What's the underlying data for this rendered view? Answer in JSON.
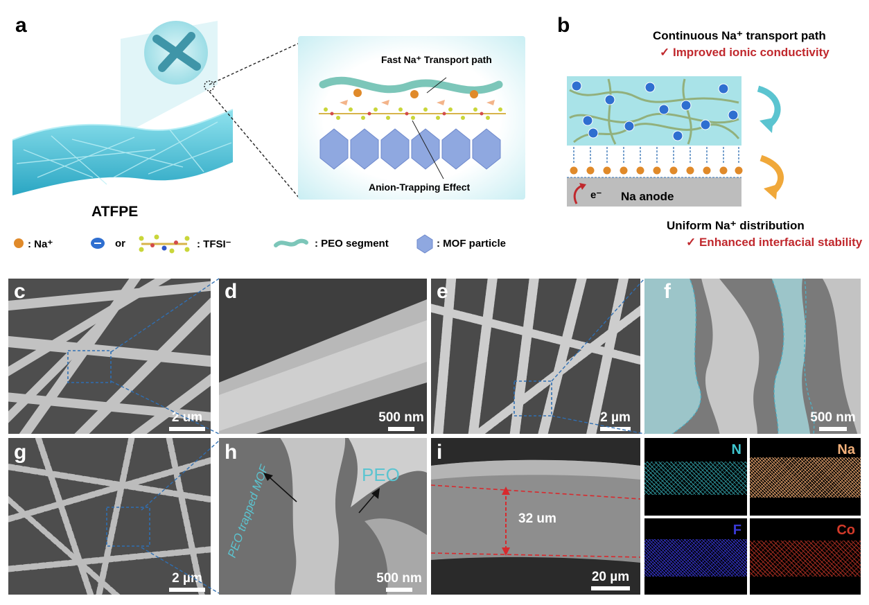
{
  "panel_labels": {
    "a": "a",
    "b": "b",
    "c": "c",
    "d": "d",
    "e": "e",
    "f": "f",
    "g": "g",
    "h": "h",
    "i": "i"
  },
  "panel_a": {
    "material_label": "ATFPE",
    "inset_top_label": "Fast Na⁺ Transport path",
    "inset_bottom_label": "Anion-Trapping Effect"
  },
  "panel_b": {
    "top_title": "Continuous Na⁺ transport path",
    "top_benefit": "✓ Improved ionic conductivity",
    "bottom_title": "Uniform Na⁺ distribution",
    "bottom_benefit": "✓ Enhanced interfacial stability",
    "anode_label": "Na anode",
    "electron_label": "e⁻"
  },
  "legend": {
    "na": ": Na⁺",
    "or": "or",
    "tfsi": ": TFSI⁻",
    "peo": ": PEO segment",
    "mof": ": MOF particle"
  },
  "scale_bars": {
    "c": "2 um",
    "d": "500 nm",
    "e": "2 µm",
    "f": "500 nm",
    "g": "2 µm",
    "h": "500 nm",
    "i": "20 µm"
  },
  "annotations": {
    "h_wrapped": "PEO trapped MOF",
    "h_peo": "PEO",
    "i_thickness": "32 um"
  },
  "eds_maps": {
    "n": "N",
    "na": "Na",
    "f": "F",
    "co": "Co"
  },
  "colors": {
    "accent_red": "#c0282d",
    "sem_blue_dash": "#2f6fb3",
    "cyan": "#5bc4d0",
    "eds_n": "#3fc6cf",
    "eds_na": "#f2b07a",
    "eds_f": "#3a3ad6",
    "eds_co": "#d23a2a"
  }
}
